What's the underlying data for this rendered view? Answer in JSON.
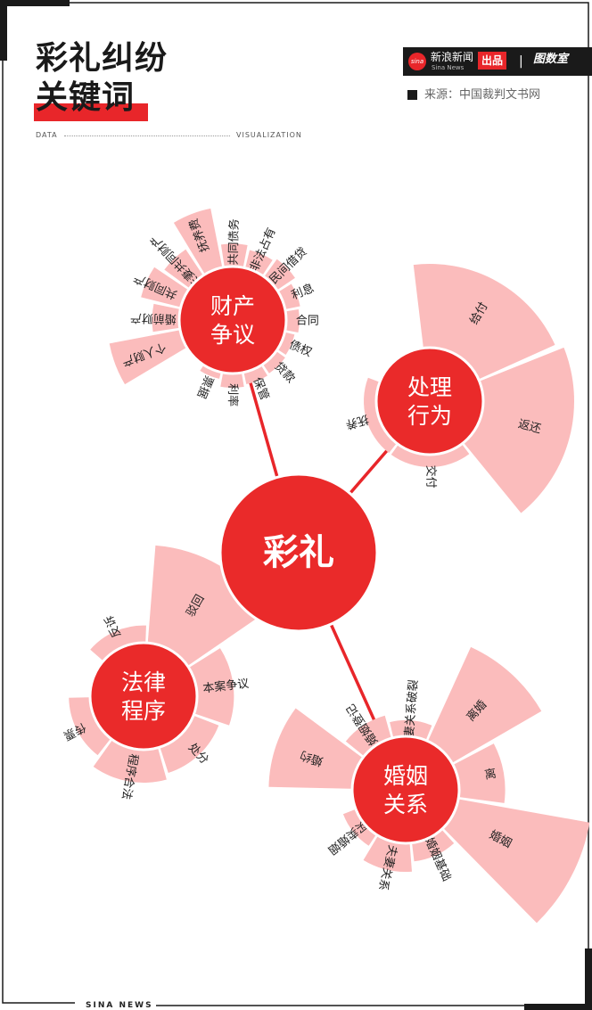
{
  "header": {
    "title_line1": "彩礼纠纷",
    "title_line2": "关键词",
    "left_tag": "DATA",
    "right_tag": "VISUALIZATION"
  },
  "brand": {
    "logo_text": "sina",
    "name": "新浪新闻",
    "name_en": "Sina News",
    "tag": "出品",
    "separator": "|",
    "studio": "图数室"
  },
  "source": "来源：中国裁判文书网",
  "footer": "SINA NEWS",
  "colors": {
    "accent": "#e8262a",
    "hub": "#ea2a2a",
    "petal": "#fbbcbc",
    "text": "#222222"
  },
  "diagram": {
    "center": {
      "label": "彩礼"
    },
    "hubs": [
      {
        "id": "property",
        "line1": "财产",
        "line2": "争议",
        "keywords": [
          {
            "label": "个人财产",
            "weight": 3.2
          },
          {
            "label": "婚前财产",
            "weight": 1.1
          },
          {
            "label": "共同财产",
            "weight": 1.75
          },
          {
            "label": "夫妻共同财产",
            "weight": 1.3
          },
          {
            "label": "抚养费",
            "weight": 2.65
          },
          {
            "label": "共同债务",
            "weight": 0.9
          },
          {
            "label": "非法占有",
            "weight": 0.7
          },
          {
            "label": "民间借贷",
            "weight": 0.85
          },
          {
            "label": "利息",
            "weight": 0.55
          },
          {
            "label": "合同",
            "weight": 0.45
          },
          {
            "label": "债权",
            "weight": 0.3
          },
          {
            "label": "贷款",
            "weight": 0.35
          },
          {
            "label": "保管",
            "weight": 0.4
          },
          {
            "label": "利率",
            "weight": 0.5
          },
          {
            "label": "票据",
            "weight": 0.15
          }
        ]
      },
      {
        "id": "handling",
        "line1": "处理",
        "line2": "行为",
        "keywords": [
          {
            "label": "给付",
            "weight": 1.1
          },
          {
            "label": "返还",
            "weight": 1.2
          },
          {
            "label": "交付",
            "weight": 0.1
          },
          {
            "label": "抚养",
            "weight": 0.1
          }
        ]
      },
      {
        "id": "law",
        "line1": "法律",
        "line2": "程序",
        "keywords": [
          {
            "label": "反诉",
            "weight": 0.35
          },
          {
            "label": "驳回",
            "weight": 2.4
          },
          {
            "label": "本案争议",
            "weight": 0.85
          },
          {
            "label": "处分",
            "weight": 0.6
          },
          {
            "label": "程序合法",
            "weight": 0.75
          },
          {
            "label": "传票",
            "weight": 0.45
          }
        ]
      },
      {
        "id": "marriage",
        "line1": "婚姻",
        "line2": "关系",
        "keywords": [
          {
            "label": "婚约",
            "weight": 1.6
          },
          {
            "label": "婚姻登记",
            "weight": 0.4
          },
          {
            "label": "夫妻关系破裂",
            "weight": 0.25
          },
          {
            "label": "离婚",
            "weight": 2.0
          },
          {
            "label": "离",
            "weight": 0.85
          },
          {
            "label": "婚姻",
            "weight": 2.6
          },
          {
            "label": "婚姻基础",
            "weight": 0.3
          },
          {
            "label": "夫妻关系",
            "weight": 0.5
          },
          {
            "label": "买卖婚姻",
            "weight": 0.2
          }
        ]
      }
    ]
  }
}
